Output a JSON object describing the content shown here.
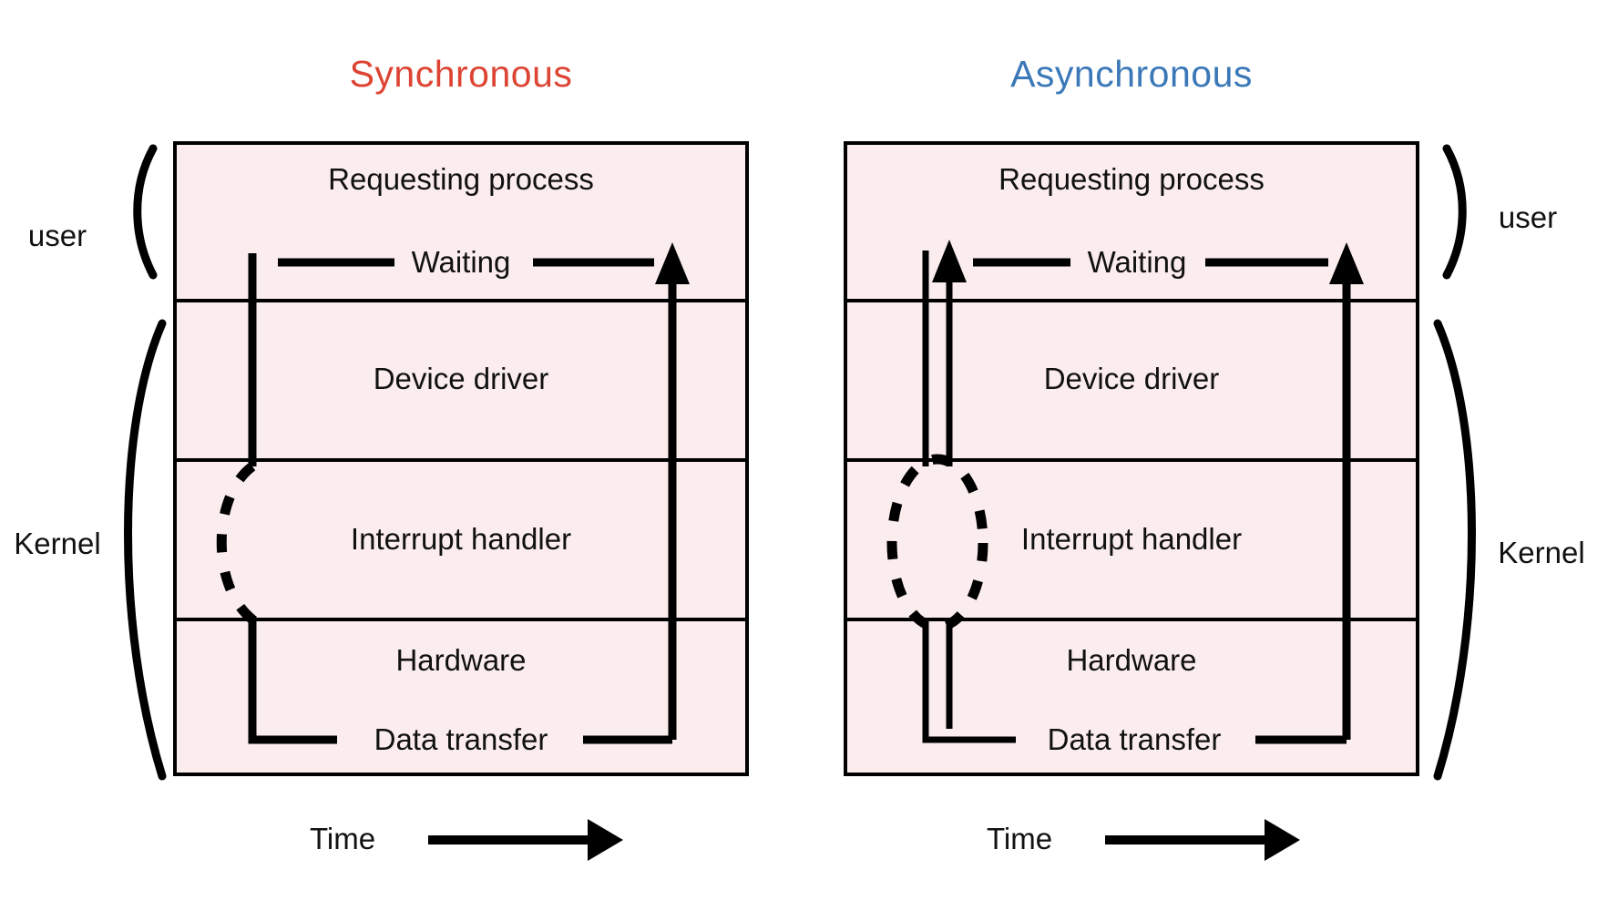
{
  "figure": {
    "kind": "io-timing-diagram",
    "background": "#ffffff",
    "panel_fill": "#fbeced",
    "stroke": "#000000"
  },
  "panels": [
    {
      "id": "synchronous",
      "title": "Synchronous",
      "title_color": "#dd4433",
      "rows": [
        {
          "id": "requesting-process",
          "label": "Requesting process"
        },
        {
          "id": "device-driver",
          "label": "Device driver"
        },
        {
          "id": "interrupt-handler",
          "label": "Interrupt handler"
        },
        {
          "id": "hardware",
          "label": "Hardware"
        }
      ],
      "inline_labels": [
        {
          "id": "waiting",
          "label": "Waiting"
        },
        {
          "id": "data-transfer",
          "label": "Data transfer"
        }
      ],
      "time_axis": {
        "label": "Time",
        "direction": "right"
      },
      "side_labels_left": [
        {
          "id": "user",
          "label": "user"
        },
        {
          "id": "kernel",
          "label": "Kernel"
        }
      ],
      "flow_notes": {
        "request_path": "single descending line from requesting process into hardware",
        "interrupt_marker": "half dashed arc on left of interrupt handler row",
        "return_path": "single ascending arrow from data transfer back to requesting process"
      }
    },
    {
      "id": "asynchronous",
      "title": "Asynchronous",
      "title_color": "#3b78b8",
      "rows": [
        {
          "id": "requesting-process",
          "label": "Requesting process"
        },
        {
          "id": "device-driver",
          "label": "Device driver"
        },
        {
          "id": "interrupt-handler",
          "label": "Interrupt handler"
        },
        {
          "id": "hardware",
          "label": "Hardware"
        }
      ],
      "inline_labels": [
        {
          "id": "waiting",
          "label": "Waiting"
        },
        {
          "id": "data-transfer",
          "label": "Data transfer"
        }
      ],
      "time_axis": {
        "label": "Time",
        "direction": "right"
      },
      "side_labels_right": [
        {
          "id": "user",
          "label": "user"
        },
        {
          "id": "kernel",
          "label": "Kernel"
        }
      ],
      "flow_notes": {
        "request_path": "descending line paired with an immediate ascending return arrow to requesting process",
        "interrupt_marker": "full dashed ellipse spanning the interrupt handler row",
        "return_path": "single ascending arrow from data transfer back to requesting process"
      }
    }
  ]
}
